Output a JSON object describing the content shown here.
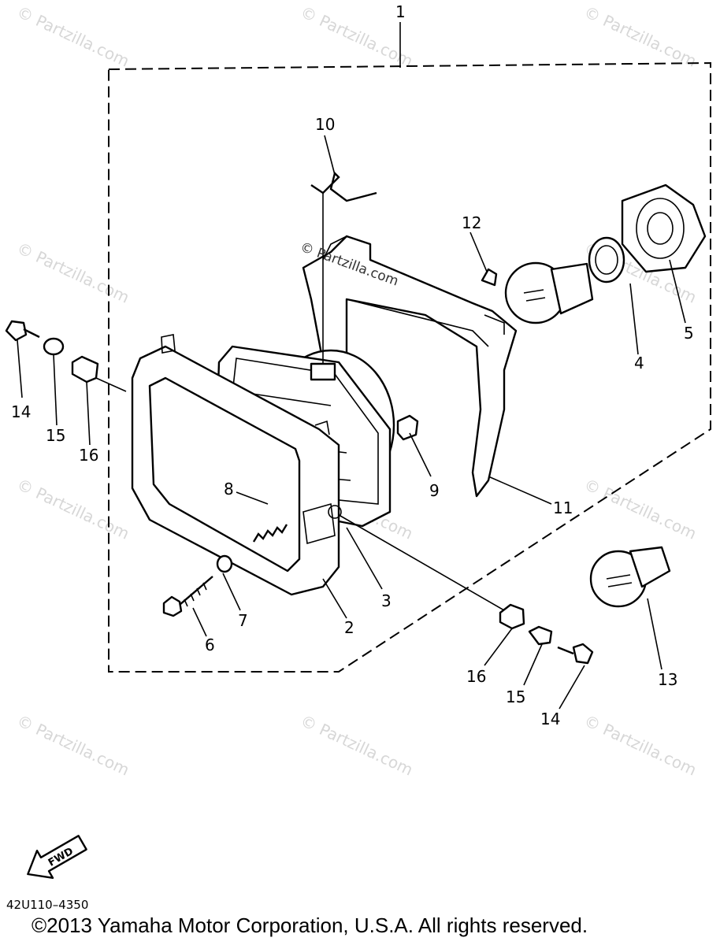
{
  "callouts": {
    "c1": "1",
    "c2": "2",
    "c3": "3",
    "c4": "4",
    "c5": "5",
    "c6": "6",
    "c7": "7",
    "c8": "8",
    "c9": "9",
    "c10": "10",
    "c11": "11",
    "c12": "12",
    "c13": "13",
    "c14a": "14",
    "c15a": "15",
    "c16a": "16",
    "c14b": "14",
    "c15b": "15",
    "c16b": "16"
  },
  "arrow_label": "FWD",
  "diagram_code": "42U110–4350",
  "copyright": "©2013  Yamaha Motor Corporation, U.S.A. All rights reserved.",
  "watermark": "© Partzilla.com",
  "inline_watermark": "© Partzilla.com"
}
